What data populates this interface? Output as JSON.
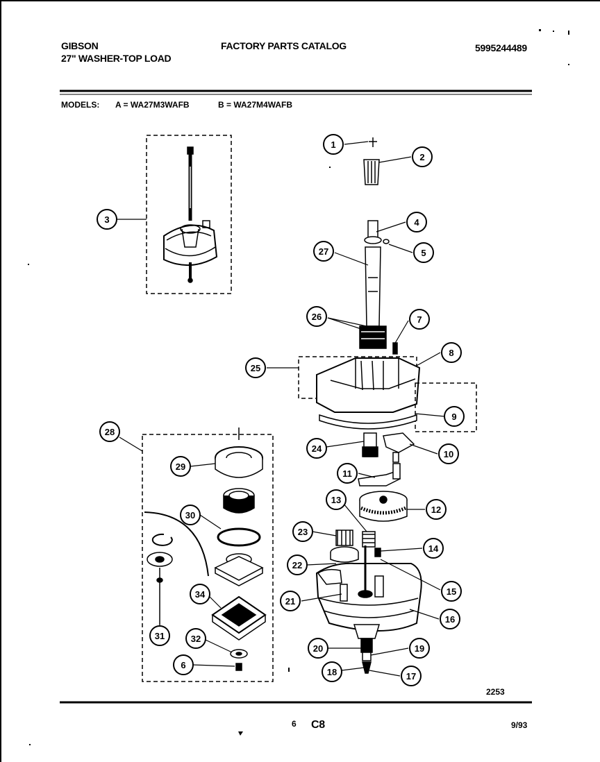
{
  "header": {
    "brand": "GIBSON",
    "product": "27\" WASHER-TOP LOAD",
    "catalog_title": "FACTORY PARTS CATALOG",
    "catalog_number": "5995244489"
  },
  "models": {
    "label": "MODELS:",
    "a": "A = WA27M3WAFB",
    "b": "B = WA27M4WAFB"
  },
  "footer": {
    "diagram_code": "2253",
    "page": "6",
    "section": "C8",
    "date": "9/93"
  },
  "callouts": [
    "1",
    "2",
    "3",
    "4",
    "5",
    "27",
    "26",
    "7",
    "25",
    "8",
    "9",
    "24",
    "10",
    "11",
    "12",
    "13",
    "23",
    "14",
    "22",
    "15",
    "21",
    "16",
    "20",
    "19",
    "18",
    "17",
    "28",
    "29",
    "30",
    "34",
    "31",
    "32",
    "6"
  ]
}
